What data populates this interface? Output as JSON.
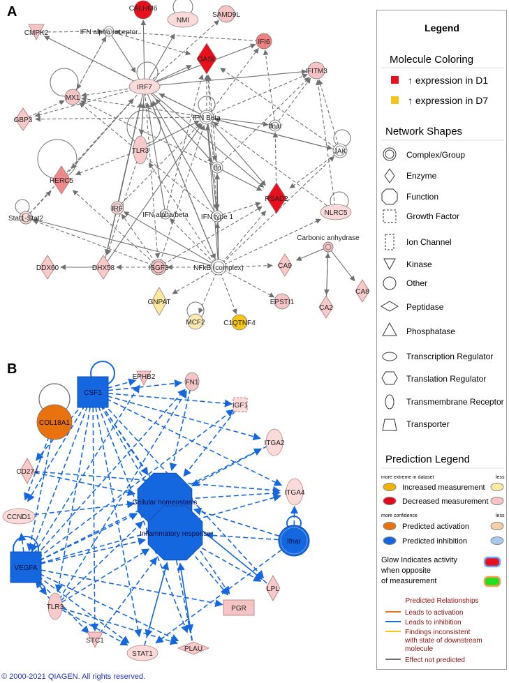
{
  "panel_a": {
    "label": "A",
    "nodes": [
      {
        "id": "CALHM6",
        "label": "CALHM6"
      },
      {
        "id": "NMI",
        "label": "NMI"
      },
      {
        "id": "SAMD9L",
        "label": "SAMD9L"
      },
      {
        "id": "CMPK2",
        "label": "CMPK2"
      },
      {
        "id": "IFNAR",
        "label": "IFN alpha receptor"
      },
      {
        "id": "OASL",
        "label": "OASL"
      },
      {
        "id": "IFI6",
        "label": "IFI6"
      },
      {
        "id": "IFITM3",
        "label": "IFITM3"
      },
      {
        "id": "IRF7",
        "label": "IRF7"
      },
      {
        "id": "MX1",
        "label": "MX1"
      },
      {
        "id": "IFNB",
        "label": "IFN Beta"
      },
      {
        "id": "GBP3",
        "label": "GBP3"
      },
      {
        "id": "Ifnar",
        "label": "Ifnar"
      },
      {
        "id": "TLR3",
        "label": "TLR3"
      },
      {
        "id": "JAK",
        "label": "JAK"
      },
      {
        "id": "Ifn",
        "label": "Ifn"
      },
      {
        "id": "HERC5",
        "label": "HERC5"
      },
      {
        "id": "RSAD2",
        "label": "RSAD2"
      },
      {
        "id": "IRF",
        "label": "IRF"
      },
      {
        "id": "IFNAB",
        "label": "IFN alpha/beta"
      },
      {
        "id": "IFN1",
        "label": "IFN type 1"
      },
      {
        "id": "NLRC5",
        "label": "NLRC5"
      },
      {
        "id": "STAT12",
        "label": "Stat1-Stat2"
      },
      {
        "id": "CAH",
        "label": "Carbonic anhydrase"
      },
      {
        "id": "DDX60",
        "label": "DDX60"
      },
      {
        "id": "DHX58",
        "label": "DHX58"
      },
      {
        "id": "ISGF3",
        "label": "ISGF3"
      },
      {
        "id": "NFKB",
        "label": "NFkB (complex)"
      },
      {
        "id": "CA9",
        "label": "CA9"
      },
      {
        "id": "CA8",
        "label": "CA8"
      },
      {
        "id": "GNPAT",
        "label": "GNPAT"
      },
      {
        "id": "EPSTI1",
        "label": "EPSTI1"
      },
      {
        "id": "CA2",
        "label": "CA2"
      },
      {
        "id": "MCF2",
        "label": "MCF2"
      },
      {
        "id": "C1QTNF4",
        "label": "C1QTNF4"
      }
    ]
  },
  "panel_b": {
    "label": "B",
    "nodes": [
      {
        "id": "CSF1",
        "label": "CSF1"
      },
      {
        "id": "EPHB2",
        "label": "EPHB2"
      },
      {
        "id": "FN1",
        "label": "FN1"
      },
      {
        "id": "IGF1",
        "label": "IGF1"
      },
      {
        "id": "COL18A1",
        "label": "COL18A1"
      },
      {
        "id": "ITGA2",
        "label": "ITGA2"
      },
      {
        "id": "CD274",
        "label": "CD274"
      },
      {
        "id": "CH",
        "label": "Cellular homeostasis"
      },
      {
        "id": "ITGA4",
        "label": "ITGA4"
      },
      {
        "id": "CCND1",
        "label": "CCND1"
      },
      {
        "id": "IR",
        "label": "Inflammatory response"
      },
      {
        "id": "IFNARB",
        "label": "Ifnar"
      },
      {
        "id": "VEGFA",
        "label": "VEGFA"
      },
      {
        "id": "LPL",
        "label": "LPL"
      },
      {
        "id": "TLR3B",
        "label": "TLR3"
      },
      {
        "id": "PGR",
        "label": "PGR"
      },
      {
        "id": "STC1",
        "label": "STC1"
      },
      {
        "id": "STAT1",
        "label": "STAT1"
      },
      {
        "id": "PLAU",
        "label": "PLAU"
      }
    ]
  },
  "legend": {
    "title": "Legend",
    "molecule_coloring": {
      "heading": "Molecule Coloring",
      "items": [
        {
          "color": "#e8101c",
          "label": "↑ expression in D1"
        },
        {
          "color": "#f5c518",
          "label": "↑ expression in D7"
        }
      ]
    },
    "network_shapes": {
      "heading": "Network Shapes",
      "items": [
        {
          "icon": "complex-group-icon",
          "label": "Complex/Group"
        },
        {
          "icon": "enzyme-icon",
          "label": "Enzyme"
        },
        {
          "icon": "function-icon",
          "label": "Function"
        },
        {
          "icon": "growth-factor-icon",
          "label": "Growth Factor"
        },
        {
          "icon": "ion-channel-icon",
          "label": "Ion Channel"
        },
        {
          "icon": "kinase-icon",
          "label": "Kinase"
        },
        {
          "icon": "other-icon",
          "label": "Other"
        },
        {
          "icon": "peptidase-icon",
          "label": "Peptidase"
        },
        {
          "icon": "phosphatase-icon",
          "label": "Phosphatase"
        },
        {
          "icon": "transcription-regulator-icon",
          "label": "Transcription Regulator"
        },
        {
          "icon": "translation-regulator-icon",
          "label": "Translation Regulator"
        },
        {
          "icon": "transmembrane-receptor-icon",
          "label": "Transmembrane Receptor"
        },
        {
          "icon": "transporter-icon",
          "label": "Transporter"
        }
      ]
    },
    "prediction": {
      "heading": "Prediction Legend",
      "measure_hint_left": "more extreme in dataset",
      "measure_hint_right": "less",
      "increased": "Increased measurement",
      "decreased": "Decreased measurement",
      "conf_hint_left": "more confidence",
      "conf_hint_right": "less",
      "activation": "Predicted activation",
      "inhibition": "Predicted inhibition",
      "glow_line1": "Glow Indicates activity",
      "glow_line2": "when opposite",
      "glow_line3": "of measurement",
      "relationships_heading": "Predicted Relationships",
      "relationships": [
        {
          "color": "#f07020",
          "label": "Leads to activation"
        },
        {
          "color": "#1e6fd9",
          "label": "Leads to inhibition"
        },
        {
          "color": "#f5c518",
          "label": "Findings inconsistent"
        },
        {
          "color": "",
          "label": "with state of downstream"
        },
        {
          "color": "",
          "label": "molecule"
        },
        {
          "color": "#6e6e6e",
          "label": "Effect not predicted"
        }
      ]
    }
  },
  "copyright": "© 2000-2021 QIAGEN. All rights reserved.",
  "colors": {
    "up_d1": "#e8101c",
    "up_d7": "#f5c518",
    "pink": "#f8d7d7",
    "activation": "#e8720e",
    "inhibition": "#1567e0",
    "edge_grey": "#707070"
  }
}
